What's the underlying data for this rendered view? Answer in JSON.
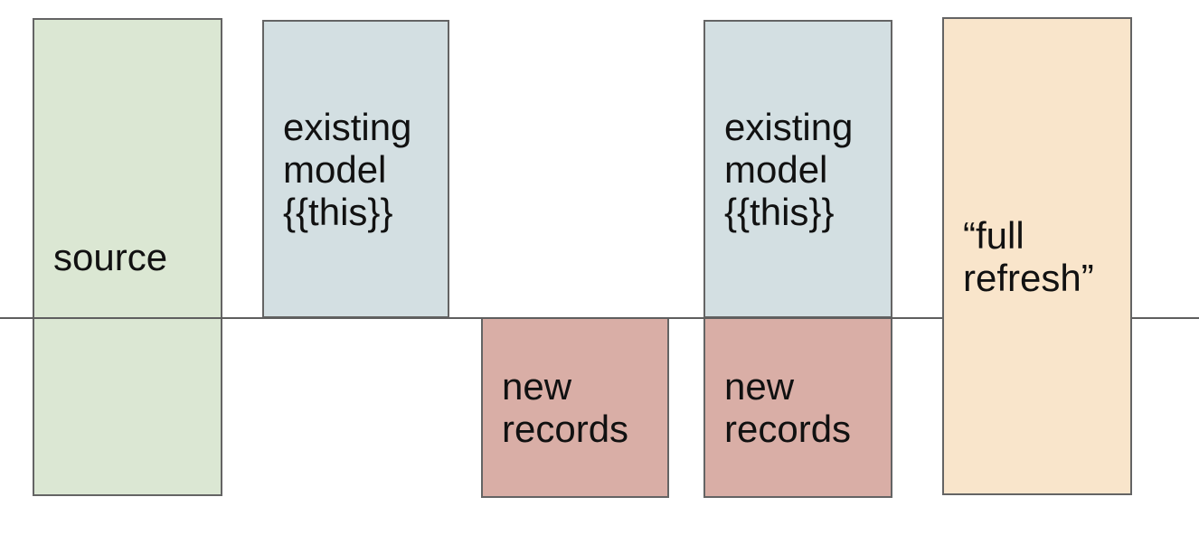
{
  "boxes": {
    "source": {
      "label": "source",
      "fill": "#dbe7d3"
    },
    "existing_model_1": {
      "label": "existing\nmodel\n{{this}}",
      "fill": "#d3dfe2"
    },
    "new_records_1": {
      "label": "new\nrecords",
      "fill": "#d9aea6"
    },
    "existing_model_2": {
      "label": "existing\nmodel\n{{this}}",
      "fill": "#d3dfe2"
    },
    "new_records_2": {
      "label": "new\nrecords",
      "fill": "#d9aea6"
    },
    "full_refresh": {
      "label": "“full\nrefresh”",
      "fill": "#f9e5cb"
    }
  },
  "divider": {
    "color": "#5e5e5e"
  },
  "text_color": "#111111",
  "border_color": "#646464",
  "background": "#ffffff"
}
